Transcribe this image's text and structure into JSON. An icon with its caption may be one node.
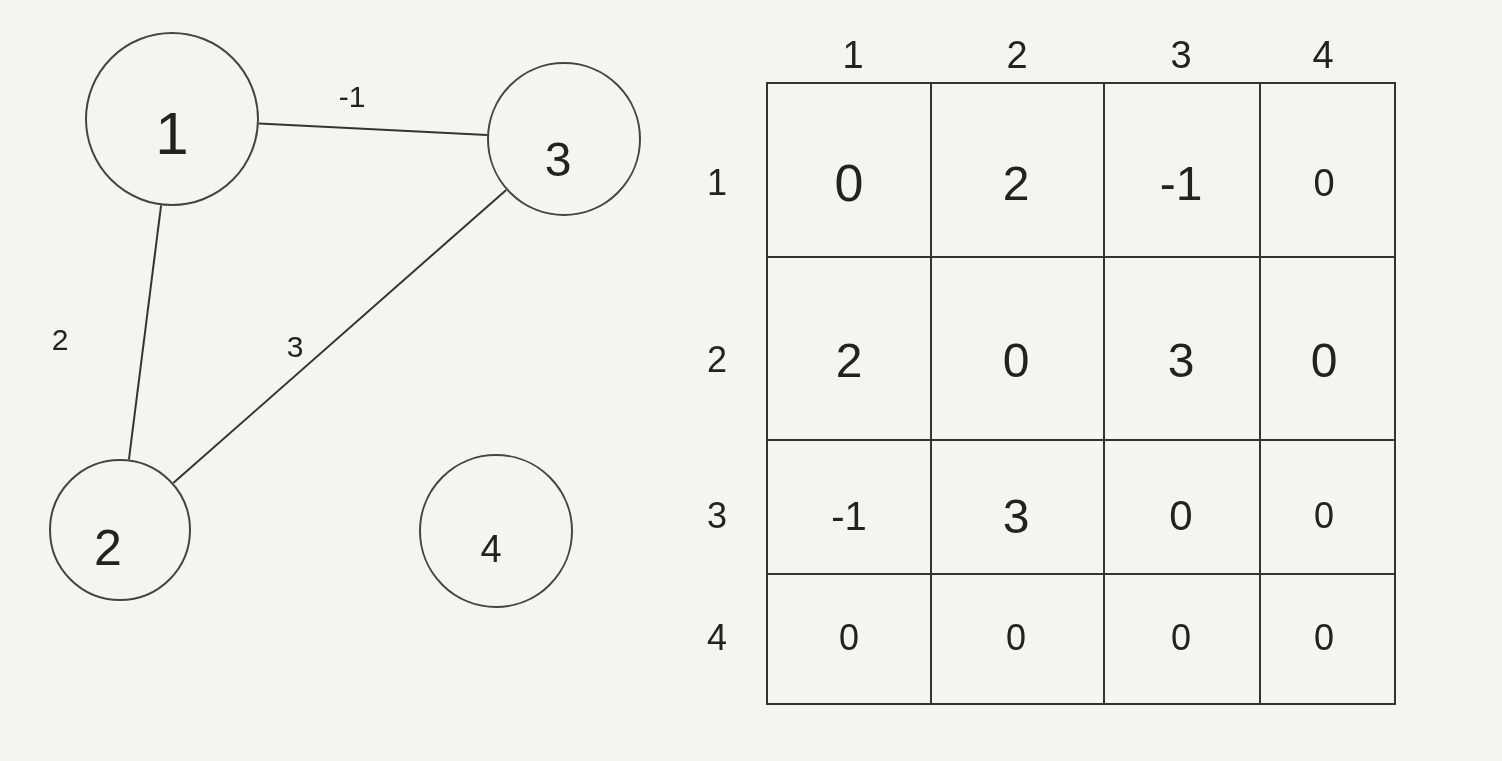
{
  "diagram": {
    "nodes": [
      {
        "text": [
          "1"
        ]
      },
      {
        "text": [
          "2"
        ]
      },
      {
        "text": [
          "3"
        ]
      },
      {
        "text": [
          "4"
        ]
      }
    ],
    "edges": [
      {
        "from": 0,
        "to": 2,
        "arrow": "none",
        "label": "-1"
      },
      {
        "from": 0,
        "to": 1,
        "arrow": "none",
        "label": "2"
      },
      {
        "from": 2,
        "to": 1,
        "arrow": "none",
        "label": "3"
      }
    ],
    "labels": [
      "1",
      "2",
      "3",
      "4",
      "1",
      "0",
      "2",
      "-1",
      "0",
      "2",
      "2",
      "0",
      "3",
      "0",
      "3",
      "-1",
      "3",
      "0",
      "0",
      "4",
      "0",
      "0",
      "0",
      "0"
    ]
  }
}
